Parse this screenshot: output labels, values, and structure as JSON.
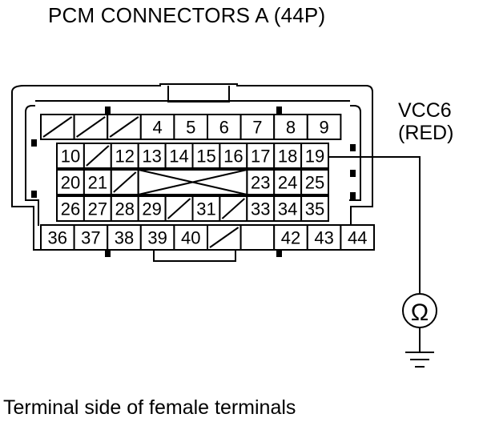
{
  "title": "PCM CONNECTORS A (44P)",
  "probe": {
    "signal": "VCC6",
    "wire_color": "(RED)",
    "meter_symbol": "Ω",
    "meter_icon": "ohmmeter-icon",
    "ground_icon": "ground-icon",
    "probe_pin": "19"
  },
  "caption": "Terminal side of female terminals",
  "connector": {
    "rows": [
      [
        "",
        "",
        "",
        "4",
        "5",
        "6",
        "7",
        "8",
        "9"
      ],
      [
        "10",
        "",
        "12",
        "13",
        "14",
        "15",
        "16",
        "17",
        "18",
        "19"
      ],
      [
        "20",
        "21",
        "",
        "",
        "",
        "",
        "",
        "23",
        "24",
        "25"
      ],
      [
        "26",
        "27",
        "28",
        "29",
        "",
        "31",
        "",
        "33",
        "34",
        "35"
      ],
      [
        "36",
        "37",
        "38",
        "39",
        "40",
        "",
        "",
        "42",
        "43",
        "44"
      ]
    ]
  }
}
